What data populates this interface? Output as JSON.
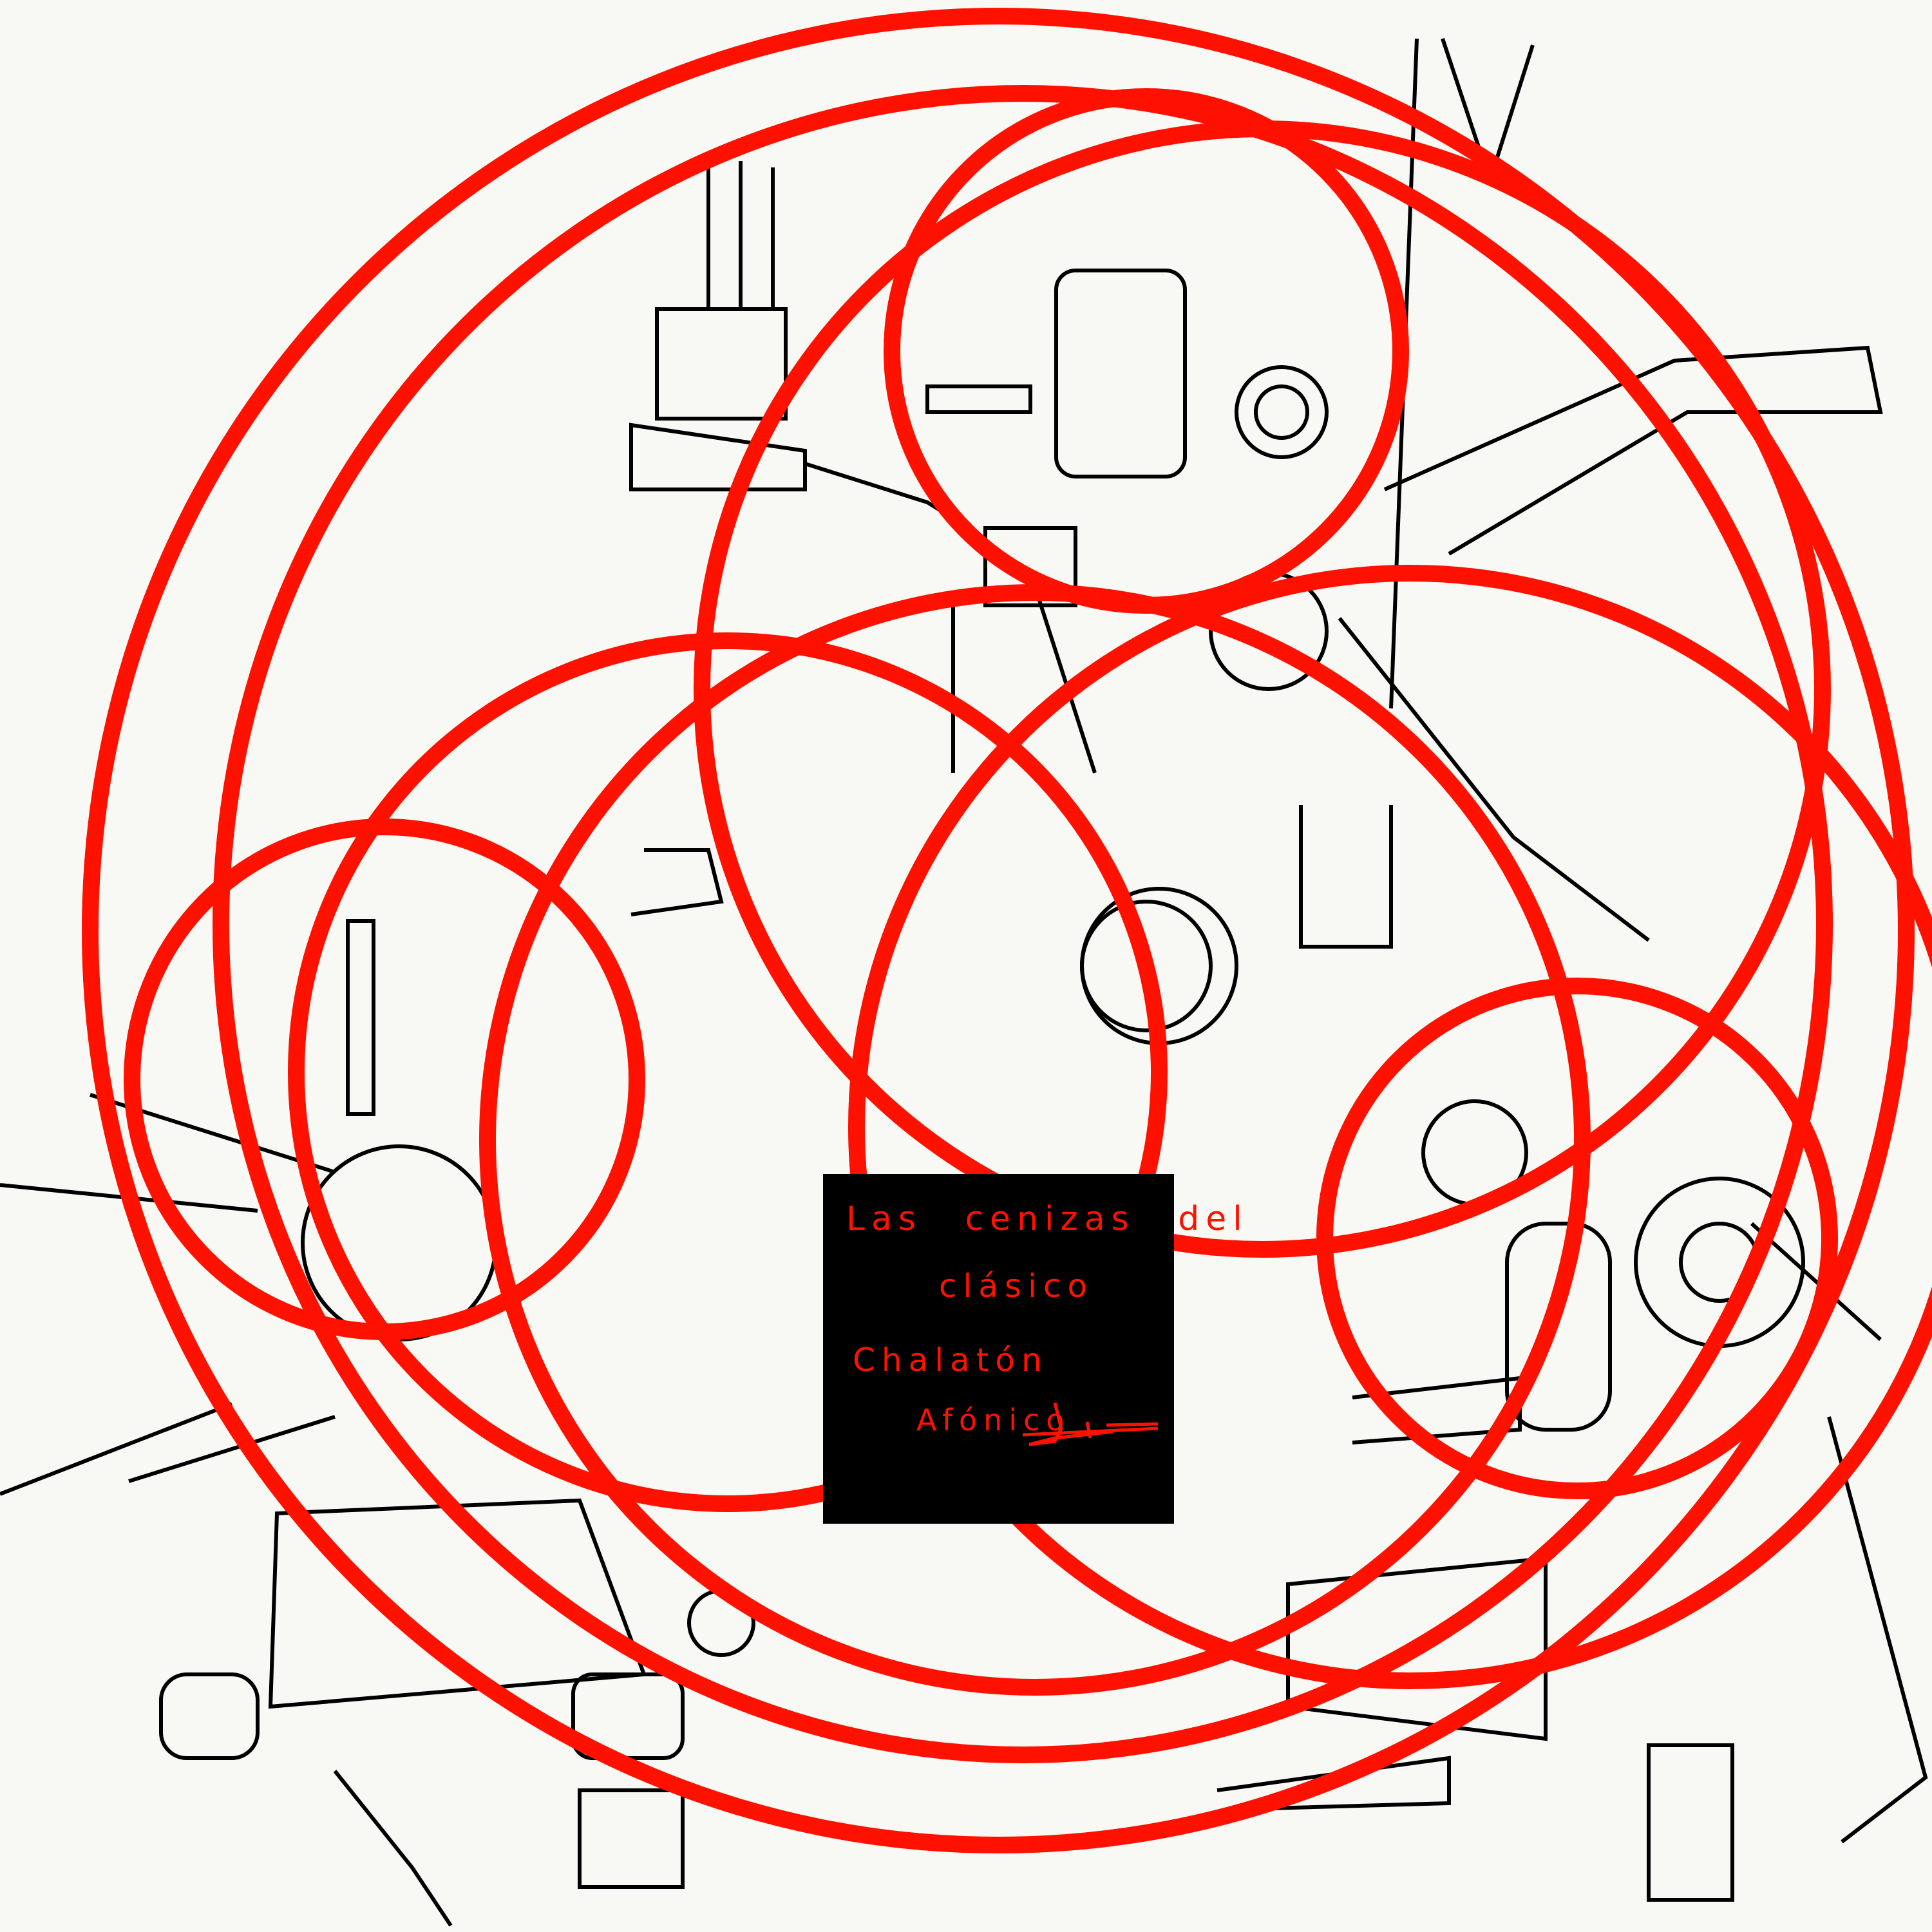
{
  "artwork": {
    "title_line1": "Las cenizas del",
    "title_line2": "clásico",
    "author_line1": "Chalatón",
    "author_line2": "Afónico",
    "colors": {
      "background": "#f8f8f4",
      "circles": "#ff1100",
      "panel": "#000000",
      "lines": "#000000"
    }
  }
}
